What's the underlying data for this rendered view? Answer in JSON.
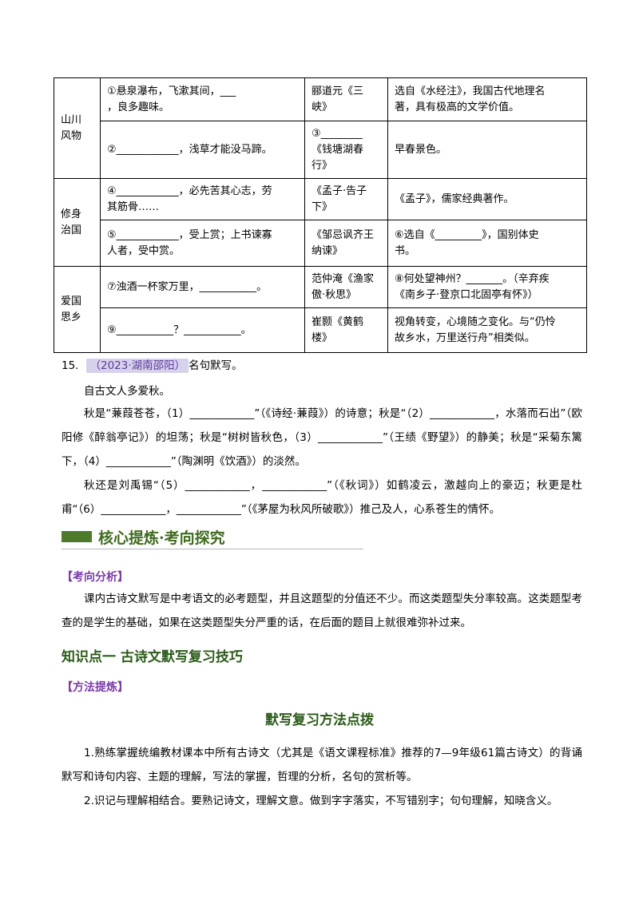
{
  "table": {
    "rows": [
      {
        "category": "山川\n风物",
        "line": "①悬泉瀑布，飞漱其间，___\n，良多趣味。",
        "source": "郦道元《三\n峡》",
        "note": "选自《水经注》，我国古代地理名\n著，具有极高的文学价值。"
      },
      {
        "category": "",
        "line": "②____________，浅草才能没马蹄。",
        "source": "③________\n《钱塘湖春\n行》",
        "note": "早春景色。"
      },
      {
        "category": "修身\n治国",
        "line": "④____________，必先苦其心志，劳\n其筋骨……",
        "source": "《孟子·告子\n下》",
        "note": "《孟子》，儒家经典著作。"
      },
      {
        "category": "",
        "line": "⑤____________，受上赏；上书谏寡\n人者，受中赏。",
        "source": "《邹忌讽齐王\n纳谏》",
        "note": "⑥选自《_________》，国别体史\n书。"
      },
      {
        "category": "爱国\n思乡",
        "line": "⑦浊酒一杯家万里，___________。",
        "source": "范仲淹《渔家\n傲·秋思》",
        "note": "⑧何处望神州？_______。（辛弃疾\n《南乡子·登京口北固亭有怀》）"
      },
      {
        "category": "",
        "line": "⑨___________？___________。",
        "source": "崔颢《黄鹤\n楼》",
        "note": "视角转变，心境随之变化。与“仍怜\n故乡水，万里送行舟”相类似。"
      }
    ]
  },
  "q15": {
    "number": "15.",
    "tag": "（2023·湖南邵阳）",
    "title": "名句默写。",
    "intro": "自古文人多爱秋。",
    "p1": "秋是“蒹葭苍苍，（1）____________”（《诗经·蒹葭》）的诗意；秋是“（2）____________，水落而石出”（欧阳修《醉翁亭记》）的坦荡；秋是“树树皆秋色，（3）____________”（王绩《野望》）的静美；秋是“采菊东篱下，（4）____________”（陶渊明《饮酒》）的淡然。",
    "p2": "秋还是刘禹锡“（5）____________，____________”（《秋词》）如鹤凌云，激越向上的豪迈；秋更是杜甫“（6）____________，____________”（《茅屋为秋风所破歌》）推己及人，心系苍生的情怀。"
  },
  "banner": {
    "text": "核心提炼·考向探究"
  },
  "analysis": {
    "header": "【考向分析】",
    "body": "课内古诗文默写是中考语文的必考题型，并且这题型的分值还不少。而这类题型失分率较高。这类题型考查的是学生的基础，如果在这类题型失分严重的话，在后面的题目上就很难弥补过来。"
  },
  "knowledge_point": "知识点一  古诗文默写复习技巧",
  "method": {
    "header": "【方法提炼】",
    "title": "默写复习方法点拨",
    "p1": "1.熟练掌握统编教材课本中所有古诗文（尤其是《语文课程标准》推荐的7—9年级61篇古诗文）的背诵默写和诗句内容、主题的理解，写法的掌握，哲理的分析，名句的赏析等。",
    "p2": "2.识记与理解相结合。要熟记诗文，理解文意。做到字字落实，不写错别字；句句理解，知晓含义。"
  }
}
